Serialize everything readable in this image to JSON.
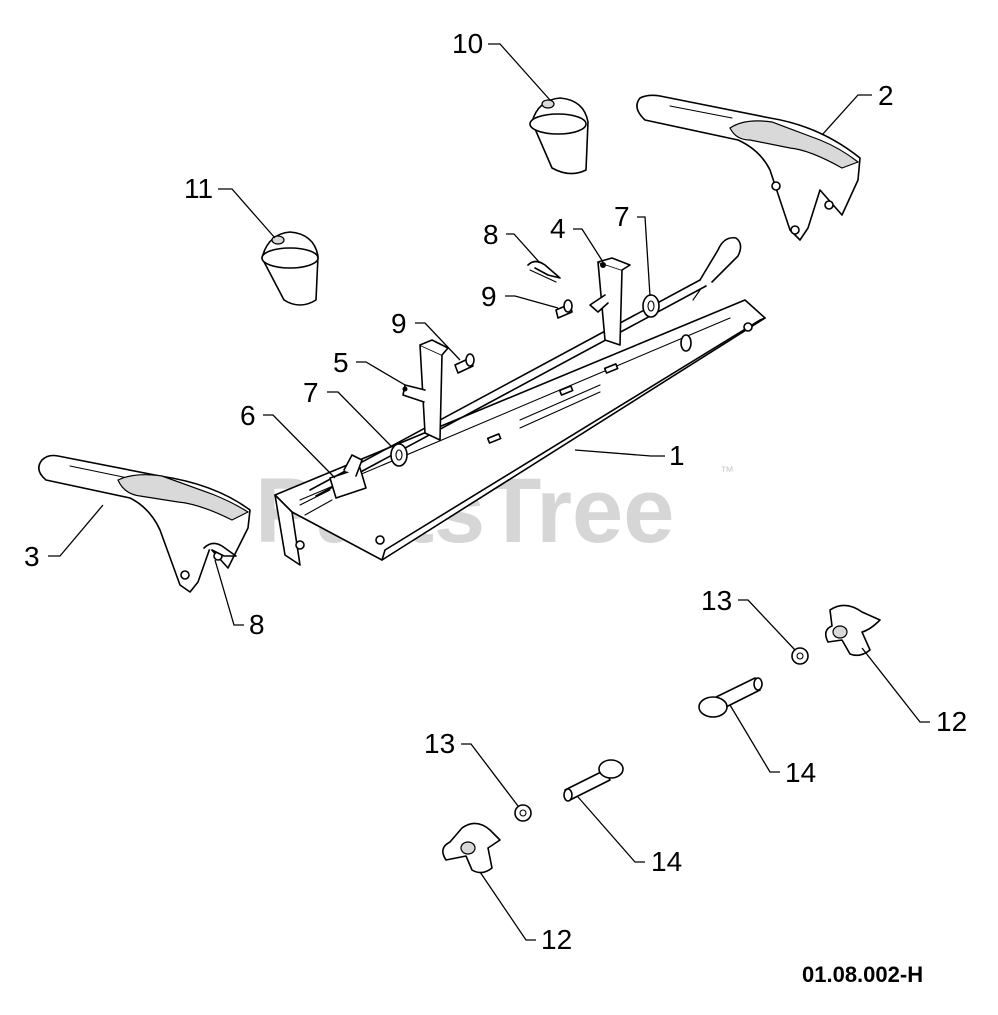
{
  "diagram": {
    "drawing_number": "01.08.002-H",
    "watermark": "PartsTree",
    "watermark_mark": "™",
    "callouts": [
      "10",
      "2",
      "11",
      "8",
      "4",
      "7",
      "9",
      "9",
      "5",
      "7",
      "6",
      "1",
      "3",
      "8",
      "13",
      "12",
      "14",
      "13",
      "14",
      "12"
    ]
  }
}
